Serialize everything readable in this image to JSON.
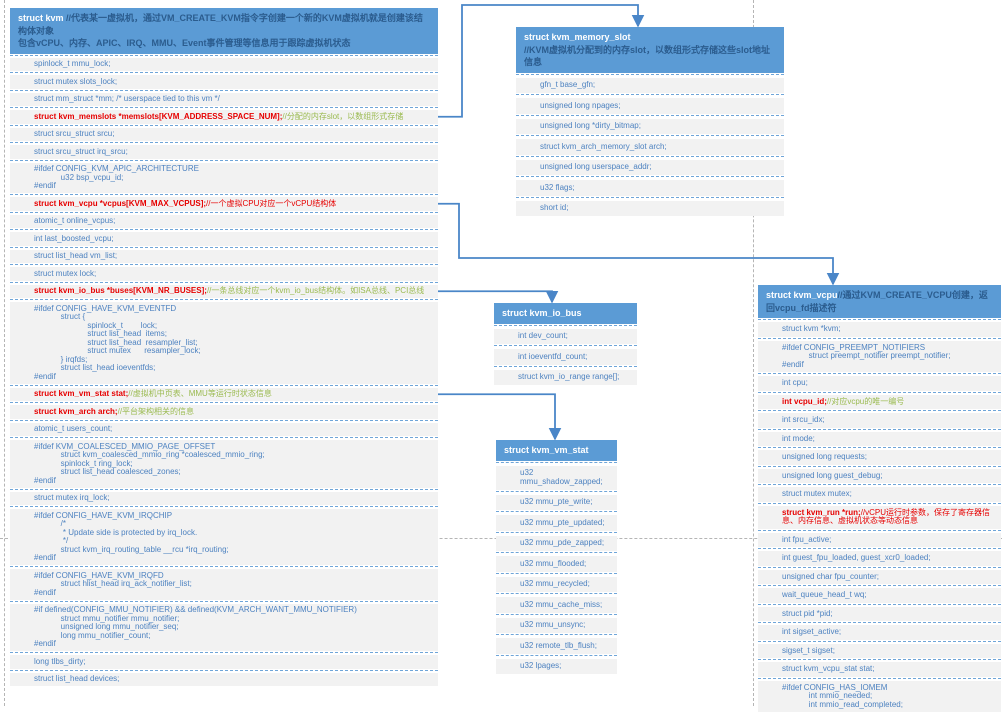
{
  "colors": {
    "accent_blue": "#5b9bd5",
    "field_text_blue": "#4d82c0",
    "highlight_red": "#e60000",
    "comment_green": "#9aba4f",
    "row_background": "#f2f2f2",
    "connector_blue": "#4a86c8",
    "pageline_gray": "#b5b5b5"
  },
  "boxes": {
    "kvm": {
      "title": "struct kvm ",
      "comment": "//代表某一虚拟机，通过VM_CREATE_KVM指令字创建一个新的KVM虚拟机就是创建该结构体对象\n包含vCPU、内存、APIC、IRQ、MMU、Event事件管理等信息用于跟踪虚拟机状态",
      "fields": [
        {
          "code": "spinlock_t mmu_lock;"
        },
        {
          "code": "struct mutex slots_lock;"
        },
        {
          "code": "struct mm_struct *mm; /* userspace tied to this vm */"
        },
        {
          "id": "memslots",
          "red": true,
          "code": "struct kvm_memslots *memslots[KVM_ADDRESS_SPACE_NUM];",
          "comment": "//分配的内存slot，以数组形式存储",
          "comment_color": "green"
        },
        {
          "code": "struct srcu_struct srcu;"
        },
        {
          "code": "struct srcu_struct irq_srcu;"
        },
        {
          "code": "#ifdef CONFIG_KVM_APIC_ARCHITECTURE\n            u32 bsp_vcpu_id;\n#endif"
        },
        {
          "id": "vcpus",
          "red": true,
          "code": "struct kvm_vcpu *vcpus[KVM_MAX_VCPUS];",
          "comment": "//一个虚拟CPU对应一个vCPU结构体",
          "comment_color": "red"
        },
        {
          "code": "atomic_t online_vcpus;"
        },
        {
          "code": "int last_boosted_vcpu;"
        },
        {
          "code": "struct list_head vm_list;"
        },
        {
          "code": "struct mutex lock;"
        },
        {
          "id": "buses",
          "red": true,
          "code": "struct kvm_io_bus *buses[KVM_NR_BUSES];",
          "comment": "//一条总线对应一个kvm_io_bus结构体。如ISA总线、PCI总线",
          "comment_color": "green"
        },
        {
          "code": "#ifdef CONFIG_HAVE_KVM_EVENTFD\n            struct {\n                        spinlock_t        lock;\n                        struct list_head  items;\n                        struct list_head  resampler_list;\n                        struct mutex      resampler_lock;\n            } irqfds;\n            struct list_head ioeventfds;\n#endif"
        },
        {
          "id": "stat",
          "red": true,
          "code": "struct kvm_vm_stat stat;",
          "comment": "//虚拟机中页表、MMU等运行时状态信息",
          "comment_color": "green"
        },
        {
          "red": true,
          "code": "struct kvm_arch arch;",
          "comment": "//平台架构相关的信息",
          "comment_color": "green"
        },
        {
          "code": "atomic_t users_count;"
        },
        {
          "code": "#ifdef KVM_COALESCED_MMIO_PAGE_OFFSET\n            struct kvm_coalesced_mmio_ring *coalesced_mmio_ring;\n            spinlock_t ring_lock;\n            struct list_head coalesced_zones;\n#endif"
        },
        {
          "code": "struct mutex irq_lock;"
        },
        {
          "code": "#ifdef CONFIG_HAVE_KVM_IRQCHIP\n            /*\n             * Update side is protected by irq_lock.\n             */\n            struct kvm_irq_routing_table __rcu *irq_routing;\n#endif"
        },
        {
          "code": "#ifdef CONFIG_HAVE_KVM_IRQFD\n            struct hlist_head irq_ack_notifier_list;\n#endif"
        },
        {
          "code": "#if defined(CONFIG_MMU_NOTIFIER) && defined(KVM_ARCH_WANT_MMU_NOTIFIER)\n            struct mmu_notifier mmu_notifier;\n            unsigned long mmu_notifier_seq;\n            long mmu_notifier_count;\n#endif"
        },
        {
          "code": "long tlbs_dirty;"
        },
        {
          "code": "struct list_head devices;"
        }
      ]
    },
    "kvm_memory_slot": {
      "title": "struct kvm_memory_slot",
      "comment": "\n//KVM虚拟机分配到的内存slot，以数组形式存储这些slot地址信息",
      "fields": [
        {
          "code": "gfn_t base_gfn;"
        },
        {
          "code": "unsigned long npages;"
        },
        {
          "code": "unsigned long *dirty_bitmap;"
        },
        {
          "code": "struct kvm_arch_memory_slot arch;"
        },
        {
          "code": "unsigned long userspace_addr;"
        },
        {
          "code": "u32 flags;"
        },
        {
          "code": "short id;"
        }
      ]
    },
    "kvm_io_bus": {
      "title": "struct kvm_io_bus",
      "comment": "",
      "fields": [
        {
          "code": "int dev_count;"
        },
        {
          "code": "int ioeventfd_count;"
        },
        {
          "code": "struct kvm_io_range range[];"
        }
      ]
    },
    "kvm_vm_stat": {
      "title": "struct kvm_vm_stat",
      "comment": "",
      "fields": [
        {
          "code": "u32 mmu_shadow_zapped;"
        },
        {
          "code": "u32 mmu_pte_write;"
        },
        {
          "code": "u32 mmu_pte_updated;"
        },
        {
          "code": "u32 mmu_pde_zapped;"
        },
        {
          "code": "u32 mmu_flooded;"
        },
        {
          "code": "u32 mmu_recycled;"
        },
        {
          "code": "u32 mmu_cache_miss;"
        },
        {
          "code": "u32 mmu_unsync;"
        },
        {
          "code": "u32 remote_tlb_flush;"
        },
        {
          "code": "u32 lpages;"
        }
      ]
    },
    "kvm_vcpu": {
      "title": "struct kvm_vcpu",
      "comment": "//通过KVM_CREATE_VCPU创建，返回vcpu_fd描述符",
      "fields": [
        {
          "code": "struct kvm *kvm;"
        },
        {
          "code": "#ifdef CONFIG_PREEMPT_NOTIFIERS\n            struct preempt_notifier preempt_notifier;\n#endif"
        },
        {
          "code": "int cpu;"
        },
        {
          "red": true,
          "code": "int vcpu_id;",
          "comment": "//对应vcpu的唯一编号",
          "comment_color": "green"
        },
        {
          "code": "int srcu_idx;"
        },
        {
          "code": "int mode;"
        },
        {
          "code": "unsigned long requests;"
        },
        {
          "code": "unsigned long guest_debug;"
        },
        {
          "code": "struct mutex mutex;"
        },
        {
          "red": true,
          "code": "struct kvm_run *run;",
          "comment": "//vCPU运行时参数，保存了寄存器信息、内存信息、虚拟机状态等动态信息",
          "comment_color": "red"
        },
        {
          "code": "int fpu_active;"
        },
        {
          "code": "int guest_fpu_loaded, guest_xcr0_loaded;"
        },
        {
          "code": "unsigned char fpu_counter;"
        },
        {
          "code": "wait_queue_head_t wq;"
        },
        {
          "code": "struct pid *pid;"
        },
        {
          "code": "int sigset_active;"
        },
        {
          "code": "sigset_t sigset;"
        },
        {
          "code": "struct kvm_vcpu_stat stat;"
        },
        {
          "code": "#ifdef CONFIG_HAS_IOMEM\n            int mmio_needed;\n            int mmio_read_completed;"
        }
      ]
    }
  },
  "edges": [
    {
      "from_field": "memslots",
      "to_struct": "kvm_memory_slot"
    },
    {
      "from_field": "vcpus",
      "to_struct": "kvm_vcpu"
    },
    {
      "from_field": "buses",
      "to_struct": "kvm_io_bus"
    },
    {
      "from_field": "stat",
      "to_struct": "kvm_vm_stat"
    }
  ]
}
